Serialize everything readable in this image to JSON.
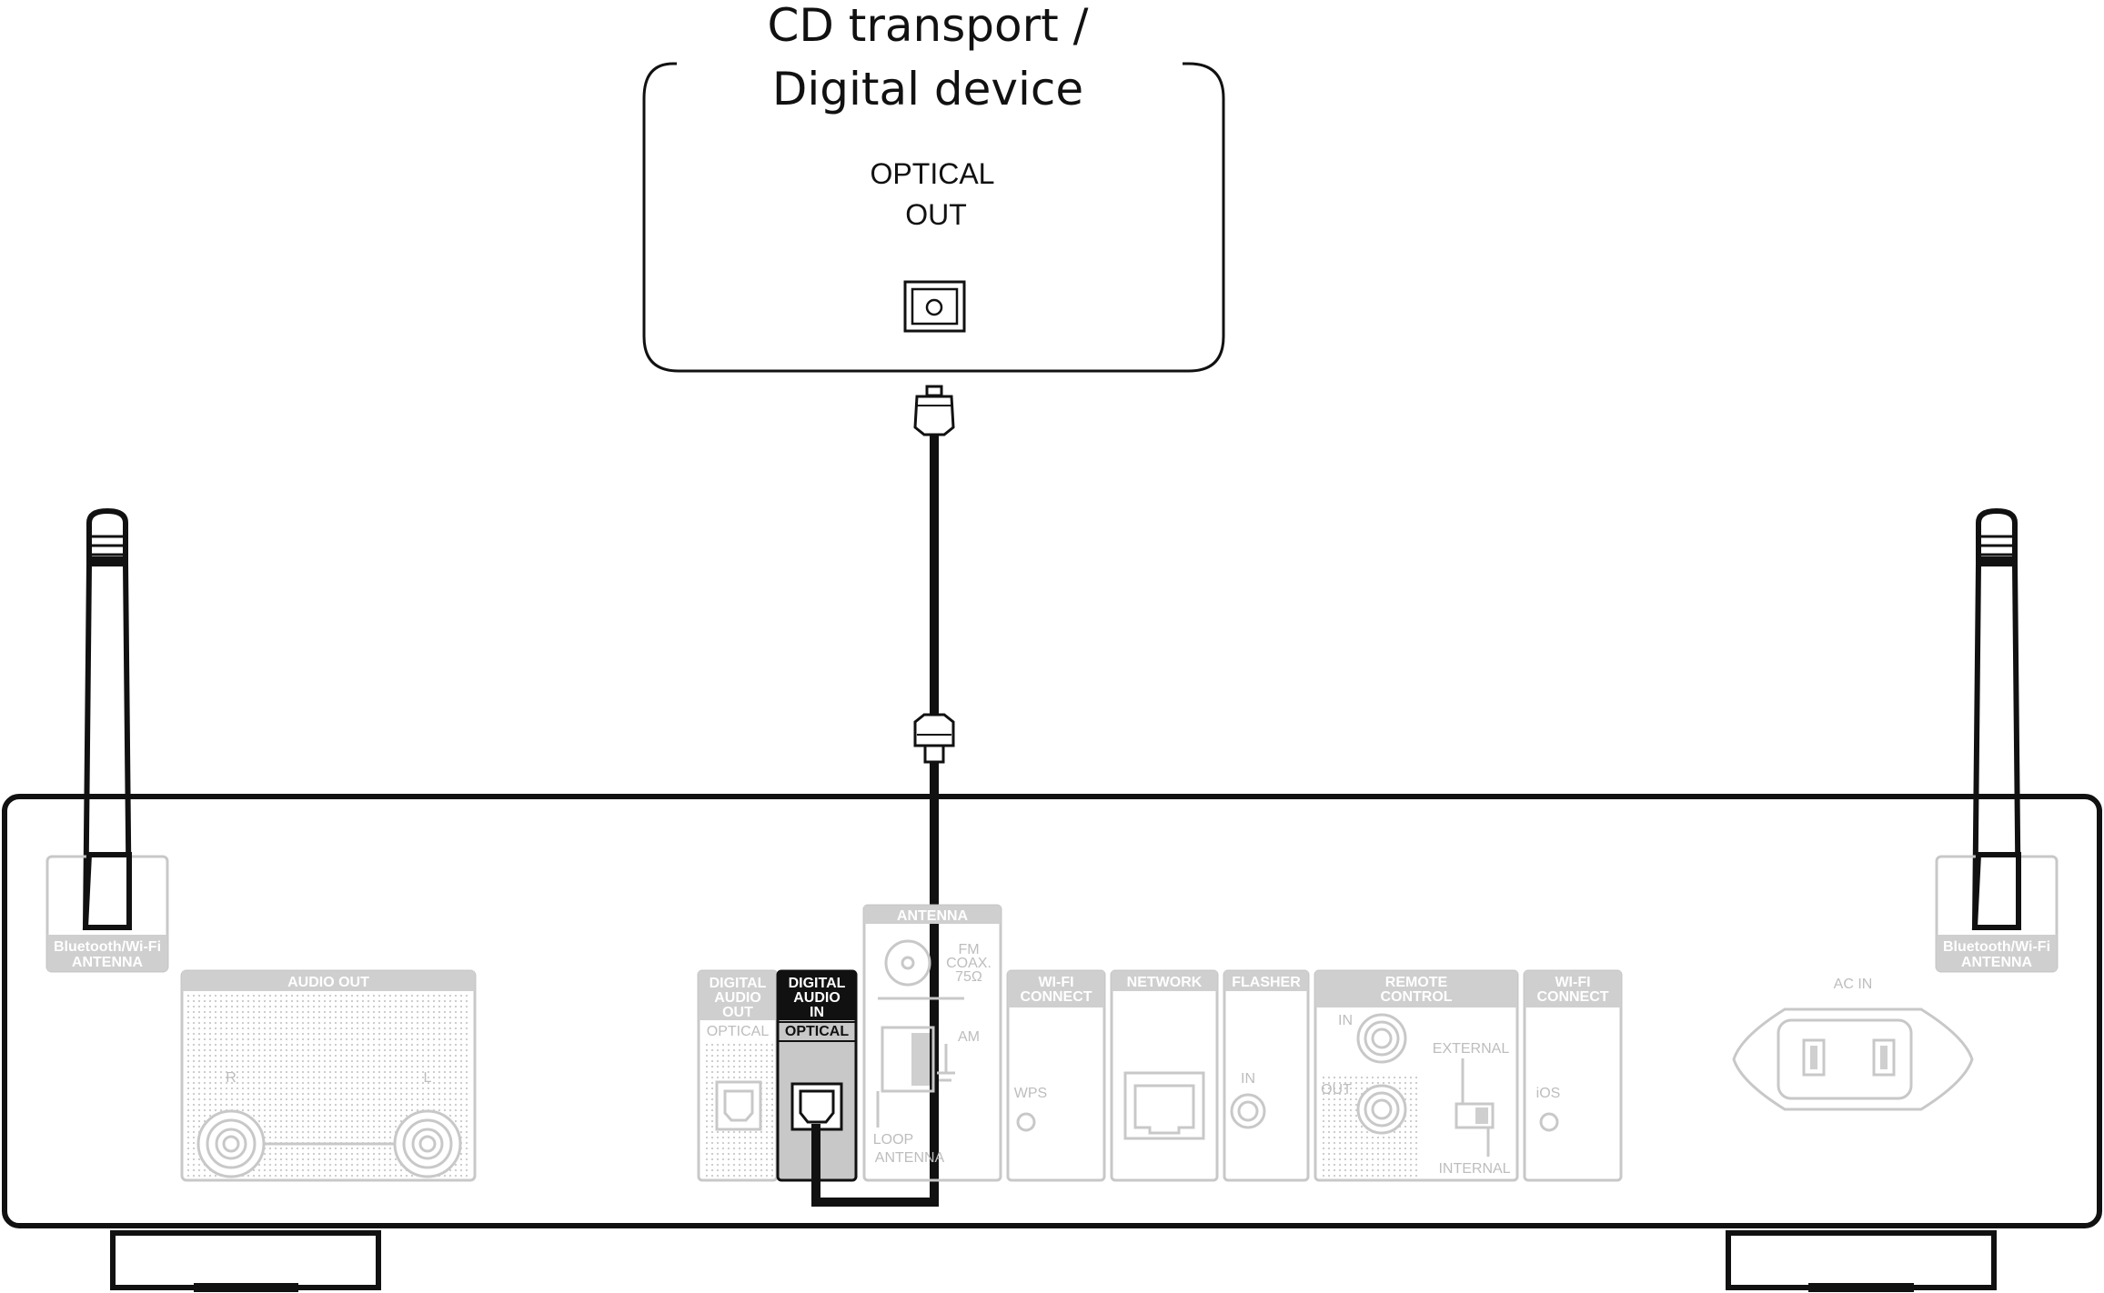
{
  "device": {
    "title_line1": "CD transport /",
    "title_line2": "Digital device",
    "port_line1": "OPTICAL",
    "port_line2": "OUT"
  },
  "receiver": {
    "antenna_left": [
      "Bluetooth/Wi-Fi",
      "ANTENNA"
    ],
    "antenna_right": [
      "Bluetooth/Wi-Fi",
      "ANTENNA"
    ],
    "audio_out": "AUDIO OUT",
    "audio_out_r": "R",
    "audio_out_l": "L",
    "digital_out": [
      "DIGITAL",
      "AUDIO",
      "OUT"
    ],
    "digital_out_optical": "OPTICAL",
    "digital_in": [
      "DIGITAL",
      "AUDIO",
      "IN"
    ],
    "digital_in_optical": "OPTICAL",
    "antenna": "ANTENNA",
    "fm": [
      "FM",
      "COAX.",
      "75Ω"
    ],
    "am": "AM",
    "loop": [
      "LOOP",
      "ANTENNA"
    ],
    "wifi_connect": [
      "WI-FI",
      "CONNECT"
    ],
    "wps": "WPS",
    "network": "NETWORK",
    "flasher": "FLASHER",
    "flasher_in": "IN",
    "remote_control": [
      "REMOTE",
      "CONTROL"
    ],
    "remote_in": "IN",
    "remote_out": "OUT",
    "external": "EXTERNAL",
    "internal": "INTERNAL",
    "wifi_connect2": [
      "WI-FI",
      "CONNECT"
    ],
    "ios": "iOS",
    "ac_in": "AC IN"
  },
  "colors": {
    "line": "#111111",
    "ghost": "#c8c8c8",
    "highlight": "#111111"
  }
}
